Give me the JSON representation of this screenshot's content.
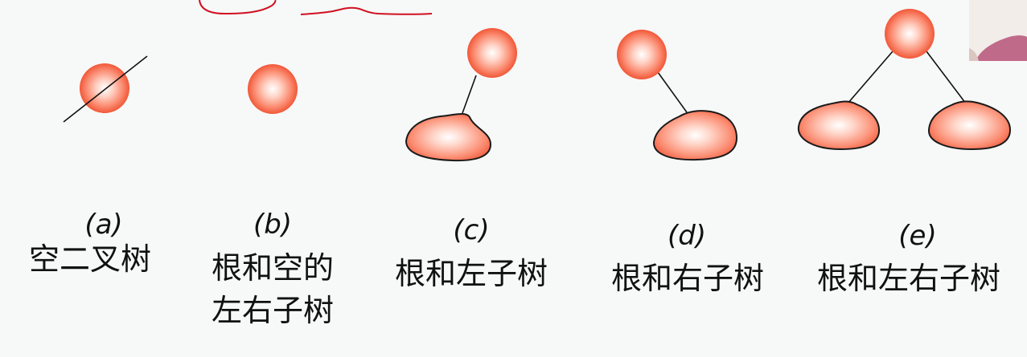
{
  "diagram": {
    "cases": [
      {
        "letter": "(a)",
        "caption": "空二叉树"
      },
      {
        "letter": "(b)",
        "caption_line1": "根和空的",
        "caption_line2": "左右子树"
      },
      {
        "letter": "(c)",
        "caption": "根和左子树"
      },
      {
        "letter": "(d)",
        "caption": "根和右子树"
      },
      {
        "letter": "(e)",
        "caption": "根和左右子树"
      }
    ]
  },
  "colors": {
    "node_fill_center": "#ffffff",
    "node_fill_mid": "#fb8e74",
    "node_fill_edge": "#ee4422",
    "subtree_outline": "#1a1a1a",
    "annotation_red": "#d01020",
    "background": "#f7f8f8"
  }
}
